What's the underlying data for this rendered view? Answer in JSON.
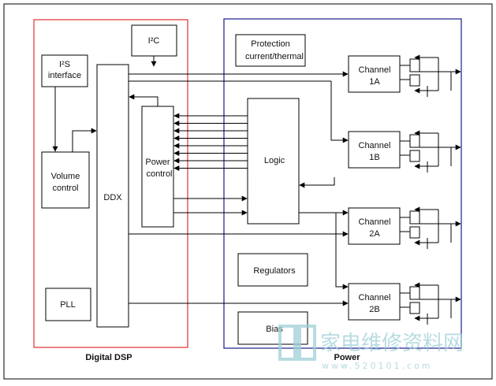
{
  "groups": {
    "digital_dsp": "Digital DSP",
    "power": "Power"
  },
  "blocks": {
    "i2c": "I²C",
    "i2s_line1": "I²S",
    "i2s_line2": "interface",
    "ddx": "DDX",
    "volume_line1": "Volume",
    "volume_line2": "control",
    "pll": "PLL",
    "power_control_line1": "Power",
    "power_control_line2": "control",
    "protection_line1": "Protection",
    "protection_line2": "current/thermal",
    "logic": "Logic",
    "regulators": "Regulators",
    "bias": "Bias",
    "ch1a_line1": "Channel",
    "ch1a_line2": "1A",
    "ch1b_line1": "Channel",
    "ch1b_line2": "1B",
    "ch2a_line1": "Channel",
    "ch2a_line2": "2A",
    "ch2b_line1": "Channel",
    "ch2b_line2": "2B"
  },
  "watermark": {
    "text": "家电维修资料网",
    "url": "www.520101.com"
  },
  "colors": {
    "digital_border": "#e03030",
    "power_border": "#1a1a8c",
    "watermark": "#9fd0d8"
  }
}
